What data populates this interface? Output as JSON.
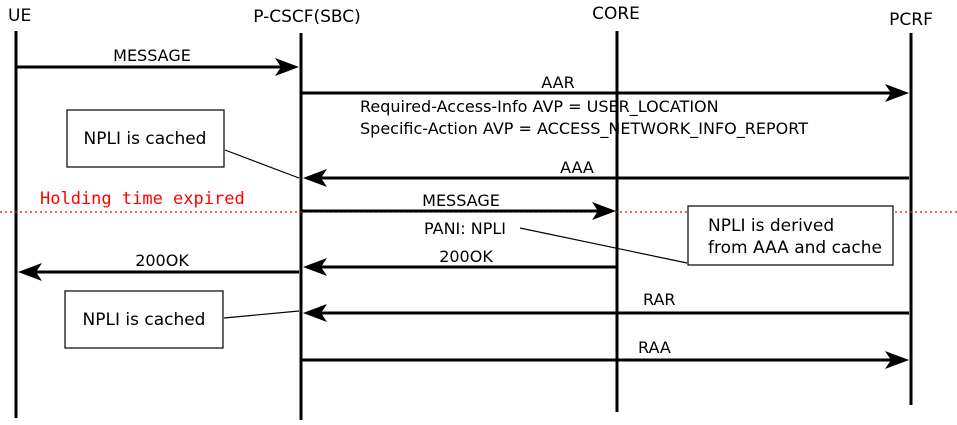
{
  "diagram": {
    "type": "sequence-diagram",
    "actors": [
      {
        "id": "ue",
        "label": "UE"
      },
      {
        "id": "pcscf",
        "label": "P-CSCF(SBC)"
      },
      {
        "id": "core",
        "label": "CORE"
      },
      {
        "id": "pcrf",
        "label": "PCRF"
      }
    ],
    "messages": [
      {
        "label": "MESSAGE",
        "from": "UE",
        "to": "P-CSCF(SBC)"
      },
      {
        "label": "AAR",
        "from": "P-CSCF(SBC)",
        "to": "PCRF",
        "attributes": [
          "Required-Access-Info AVP = USER_LOCATION",
          "Specific-Action AVP = ACCESS_NETWORK_INFO_REPORT"
        ]
      },
      {
        "label": "AAA",
        "from": "PCRF",
        "to": "P-CSCF(SBC)"
      },
      {
        "label": "MESSAGE",
        "detail": "PANI: NPLI",
        "from": "P-CSCF(SBC)",
        "to": "CORE"
      },
      {
        "label": "200OK",
        "from": "CORE",
        "to": "P-CSCF(SBC)"
      },
      {
        "label": "200OK",
        "from": "P-CSCF(SBC)",
        "to": "UE"
      },
      {
        "label": "RAR",
        "from": "PCRF",
        "to": "P-CSCF(SBC)"
      },
      {
        "label": "RAA",
        "from": "P-CSCF(SBC)",
        "to": "PCRF"
      }
    ],
    "notes": [
      {
        "lines": [
          "NPLI is cached"
        ]
      },
      {
        "lines": [
          "NPLI is derived",
          "from AAA and cache"
        ]
      },
      {
        "lines": [
          "NPLI is cached"
        ]
      }
    ],
    "divider": {
      "label": "Holding time expired"
    },
    "colors": {
      "line": "#000000",
      "divider": "#ff0000",
      "note_fill": "#ffffff",
      "background": "#ffffff"
    }
  }
}
